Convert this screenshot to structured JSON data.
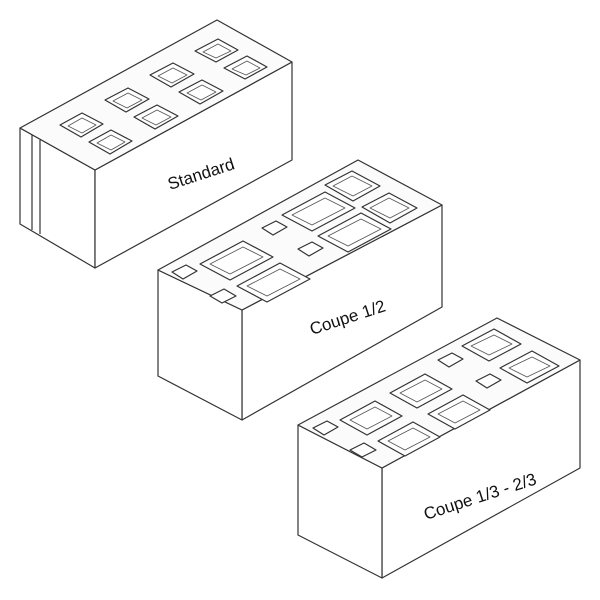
{
  "blocks": [
    {
      "id": "standard",
      "label": "Standard",
      "label_angle": -18
    },
    {
      "id": "half",
      "label": "Coupe 1/2",
      "label_angle": -18
    },
    {
      "id": "third",
      "label": "Coupe 1/3 - 2/3",
      "label_angle": -18
    }
  ],
  "colors": {
    "line": "#333333",
    "background": "#ffffff"
  }
}
